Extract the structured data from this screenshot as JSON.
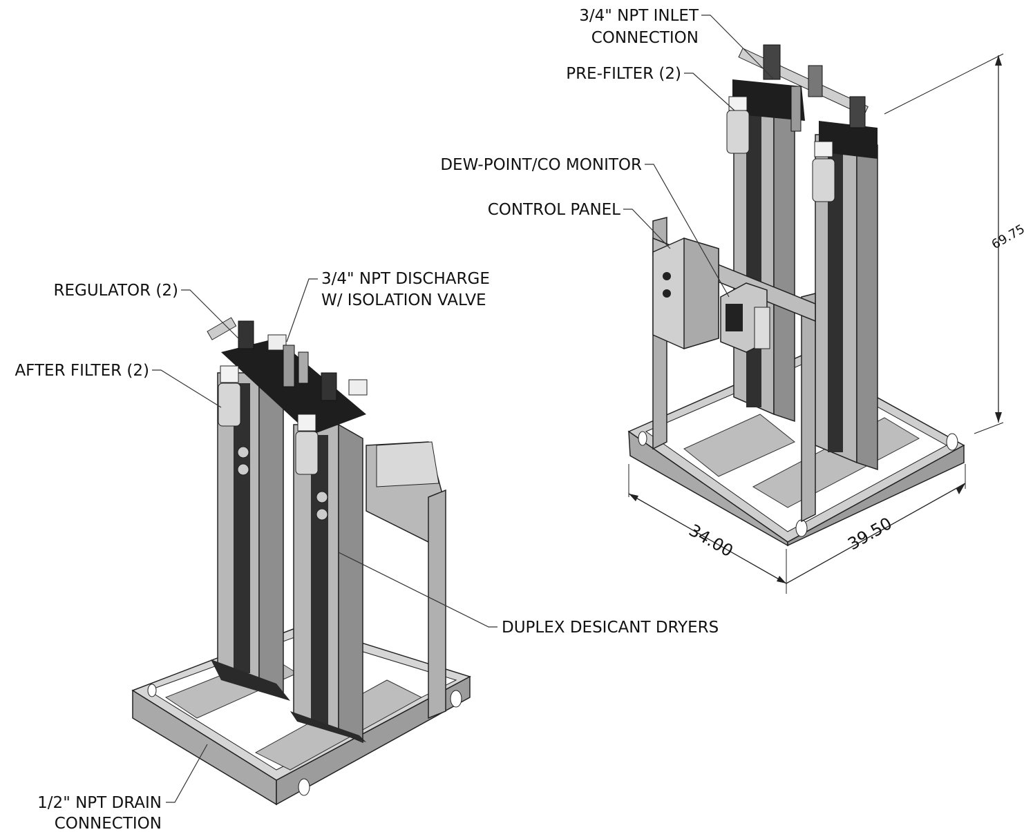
{
  "labels": {
    "inlet_line1": "3/4\" NPT INLET",
    "inlet_line2": "CONNECTION",
    "prefilter": "PRE-FILTER (2)",
    "monitor": "DEW-POINT/CO MONITOR",
    "control_panel": "CONTROL PANEL",
    "regulator": "REGULATOR (2)",
    "discharge_line1": "3/4\" NPT DISCHARGE",
    "discharge_line2": "W/ ISOLATION VALVE",
    "after_filter": "AFTER FILTER (2)",
    "dryers": "DUPLEX DESICANT DRYERS",
    "drain_line1": "1/2\" NPT DRAIN",
    "drain_line2": "CONNECTION"
  },
  "dimensions": {
    "height": "69.75",
    "depth": "34.00",
    "width": "39.50"
  },
  "colors": {
    "frame": "#a9a9a9",
    "frame_dark": "#7a7a7a",
    "column_light": "#b8b8b8",
    "column_dark": "#303030",
    "head": "#1e1e1e",
    "panel": "#c4c4c4"
  }
}
